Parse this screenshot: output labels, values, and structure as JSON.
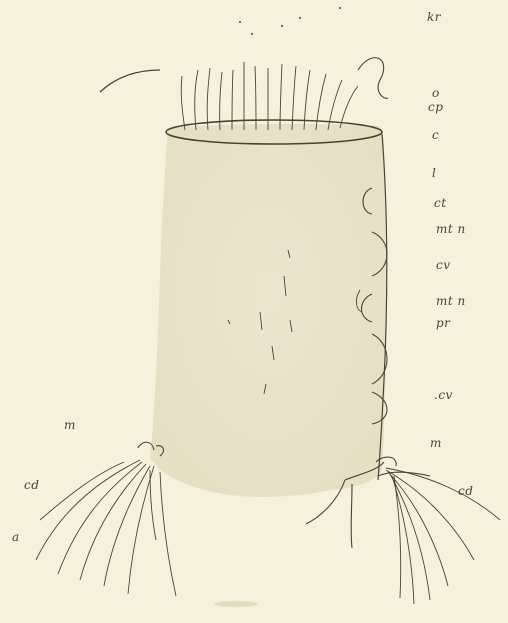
{
  "figure": {
    "labels": {
      "kr": "kr",
      "o": "o",
      "cp": "cp",
      "c": "c",
      "l": "l",
      "ct": "ct",
      "mn_upper": "mt n",
      "cv_upper": "cv",
      "mn_lower": "mt n",
      "pr": "pr",
      "cv_lower": ".cv",
      "m_right": "m",
      "m_left": "m",
      "cd_left": "cd",
      "cd_right": "cd",
      "a": "a"
    },
    "colors": {
      "background": "#f6f1dc",
      "ink": "#4a4236",
      "body_fill": "#eee8d2"
    }
  }
}
